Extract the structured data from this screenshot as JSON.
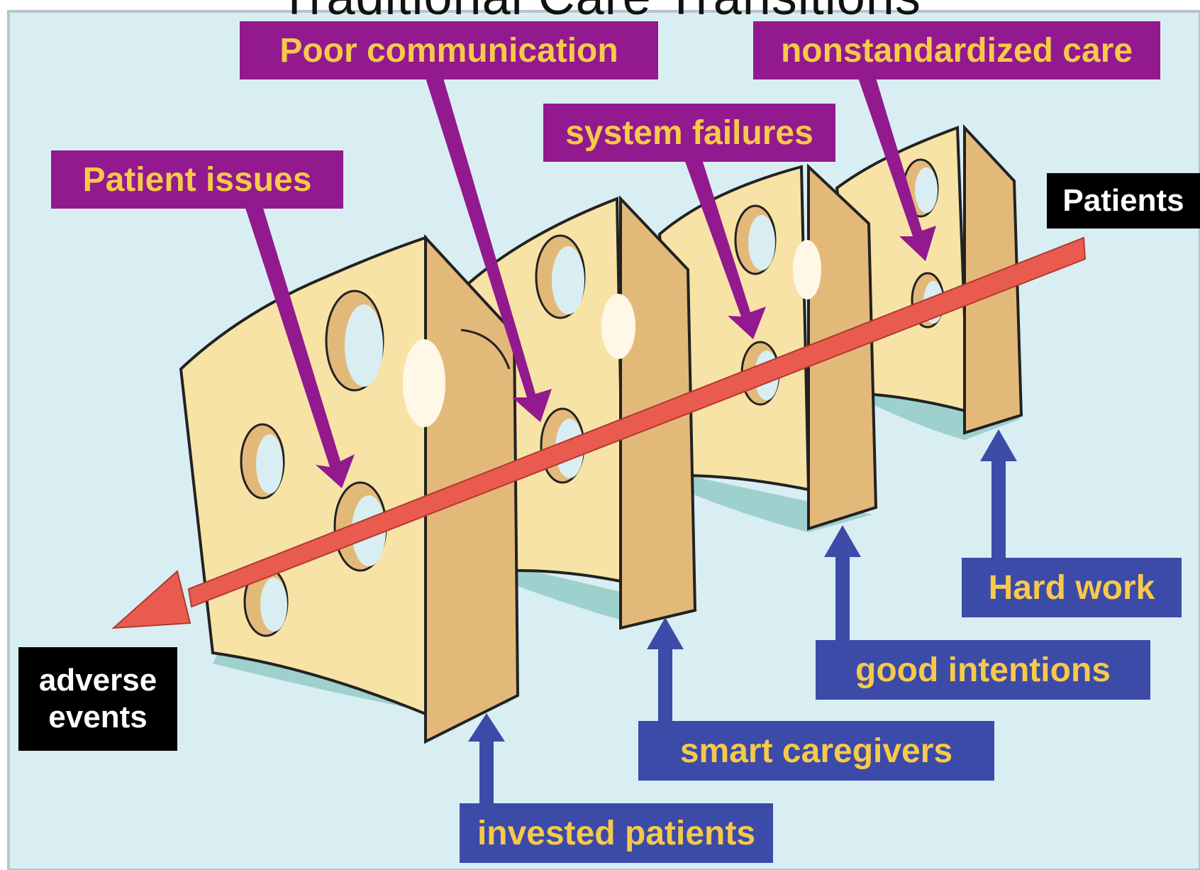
{
  "title": "Traditional Care Transitions",
  "colors": {
    "background": "#d9eef2",
    "frame": "#b9c4c8",
    "purple": "#93198f",
    "blue": "#3c4ba8",
    "yellow": "#f6c94a",
    "cheese_front": "#f8e3a6",
    "cheese_side": "#e3b97a",
    "arrow_red": "#ea5b4f"
  },
  "hazards": [
    {
      "label": "Patient issues"
    },
    {
      "label": "Poor communication"
    },
    {
      "label": "system failures"
    },
    {
      "label": "nonstandardized care"
    }
  ],
  "defenses": [
    {
      "label": "invested patients"
    },
    {
      "label": "smart caregivers"
    },
    {
      "label": "good intentions"
    },
    {
      "label": "Hard work"
    }
  ],
  "start_label": "Patients",
  "end_label": {
    "line1": "adverse",
    "line2": "events"
  }
}
